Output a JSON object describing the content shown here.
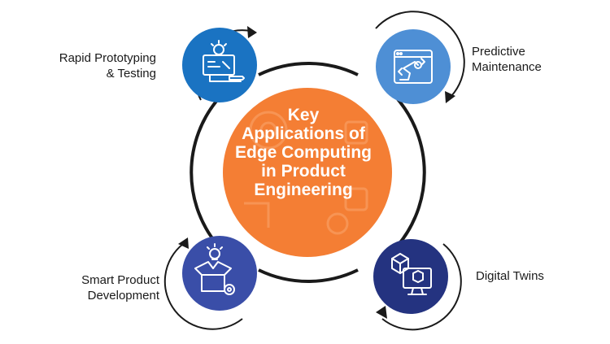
{
  "center": {
    "title_lines": [
      "Key",
      "Applications of",
      "Edge Computing",
      "in Product",
      "Engineering"
    ],
    "color": "#f47e34"
  },
  "nodes": [
    {
      "id": "rapid",
      "label_lines": [
        "Rapid Prototyping",
        "& Testing"
      ],
      "color": "#1a73c2",
      "icon": "blueprint-icon"
    },
    {
      "id": "predictive",
      "label_lines": [
        "Predictive",
        "Maintenance"
      ],
      "color": "#4e8fd5",
      "icon": "robot-arm-icon"
    },
    {
      "id": "smart",
      "label_lines": [
        "Smart Product",
        "Development"
      ],
      "color": "#3a4ea8",
      "icon": "box-gear-icon"
    },
    {
      "id": "twins",
      "label_lines": [
        "Digital Twins"
      ],
      "color": "#243380",
      "icon": "monitor-cube-icon"
    }
  ],
  "colors": {
    "ring": "#1a1a1a",
    "text": "#1a1a1a",
    "accent": "#f47e34"
  }
}
